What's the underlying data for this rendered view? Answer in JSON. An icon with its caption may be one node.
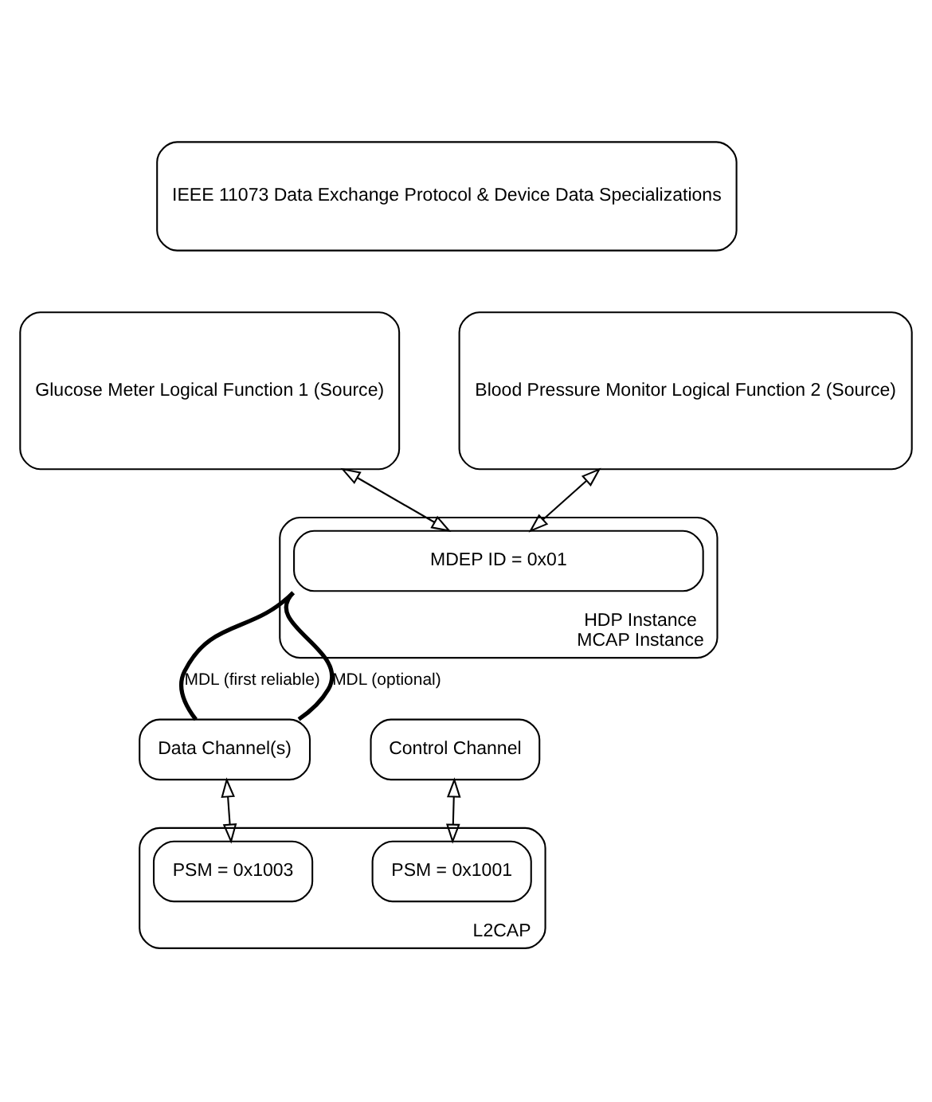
{
  "diagram": {
    "nodes": [
      {
        "text": [
          "IEEE 11073 Data Exchange Protocol & Device Data Specializations"
        ]
      },
      {
        "text": [
          "Glucose Meter Logical Function 1 (Source)"
        ]
      },
      {
        "text": [
          "Blood Pressure Monitor Logical Function 2 (Source)"
        ]
      },
      {
        "text": [
          "HDP Instance",
          "MCAP Instance"
        ]
      },
      {
        "text": [
          "MDEP ID = 0x01"
        ],
        "in": 3
      },
      {
        "text": [
          "Control Channel"
        ]
      },
      {
        "text": [
          "Data Channel(s)"
        ]
      },
      {
        "text": [
          "L2CAP"
        ]
      },
      {
        "text": [
          "PSM = 0x1001"
        ],
        "in": 7
      },
      {
        "text": [
          "PSM = 0x1003"
        ],
        "in": 7
      }
    ],
    "edges": [
      {
        "from": 1,
        "to": 4,
        "arrow": "both"
      },
      {
        "from": 2,
        "to": 4,
        "arrow": "both"
      },
      {
        "from": 4,
        "to": 6,
        "arrow": "none",
        "label": "MDL (first reliable)",
        "style": "thick"
      },
      {
        "from": 4,
        "to": 6,
        "arrow": "none",
        "label": "MDL (optional)",
        "style": "thick"
      },
      {
        "from": 5,
        "to": 8,
        "arrow": "both"
      },
      {
        "from": 6,
        "to": 9,
        "arrow": "both"
      }
    ]
  }
}
